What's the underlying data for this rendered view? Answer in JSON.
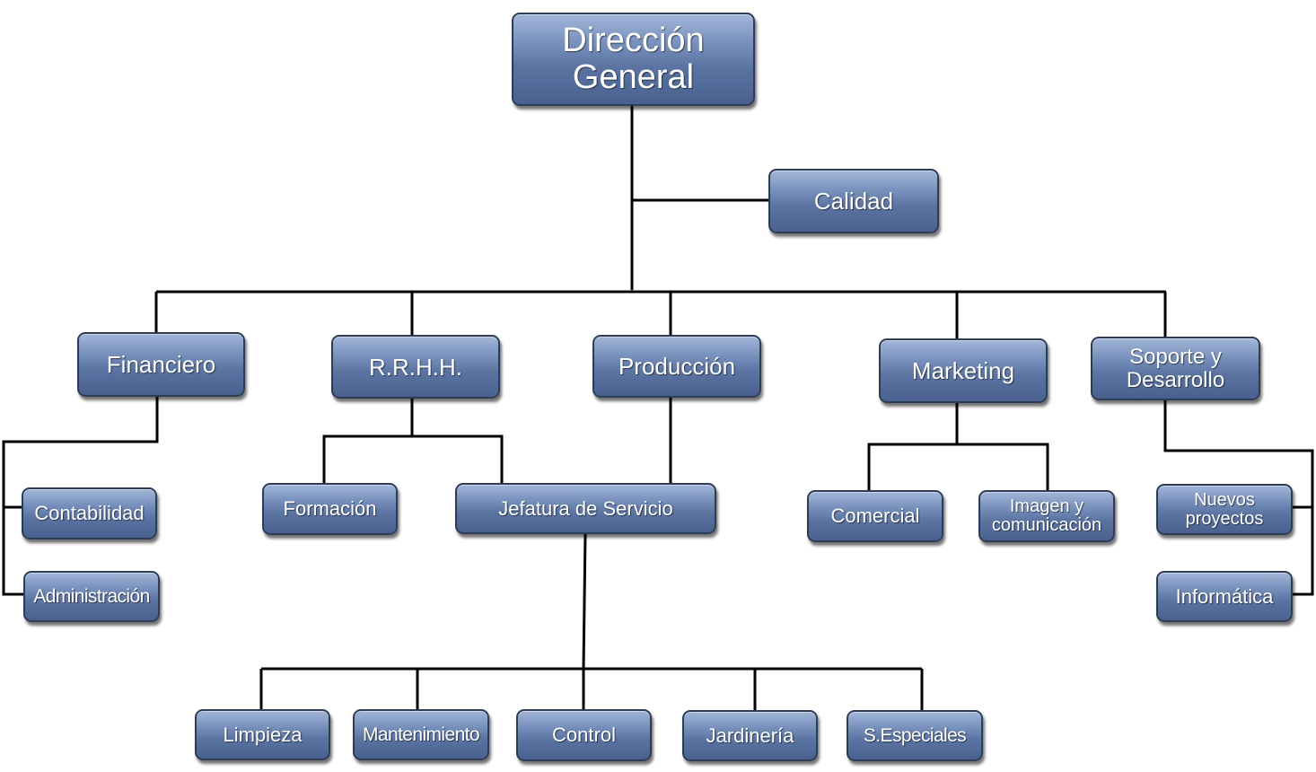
{
  "org_chart": {
    "nodes": {
      "direccion_general": "Dirección\nGeneral",
      "calidad": "Calidad",
      "financiero": "Financiero",
      "rrhh": "R.R.H.H.",
      "produccion": "Producción",
      "marketing": "Marketing",
      "soporte": "Soporte y\nDesarrollo",
      "contabilidad": "Contabilidad",
      "administracion": "Administración",
      "formacion": "Formación",
      "jefatura": "Jefatura de Servicio",
      "comercial": "Comercial",
      "imagen": "Imagen y\ncomunicación",
      "nuevos_proyectos": "Nuevos\nproyectos",
      "informatica": "Informática",
      "limpieza": "Limpieza",
      "mantenimiento": "Mantenimiento",
      "control": "Control",
      "jardineria": "Jardinería",
      "especiales": "S.Especiales"
    },
    "colors": {
      "box_fill": "#5b74a2",
      "box_border": "#2f3c56",
      "text": "#ffffff",
      "connector": "#000000"
    }
  }
}
